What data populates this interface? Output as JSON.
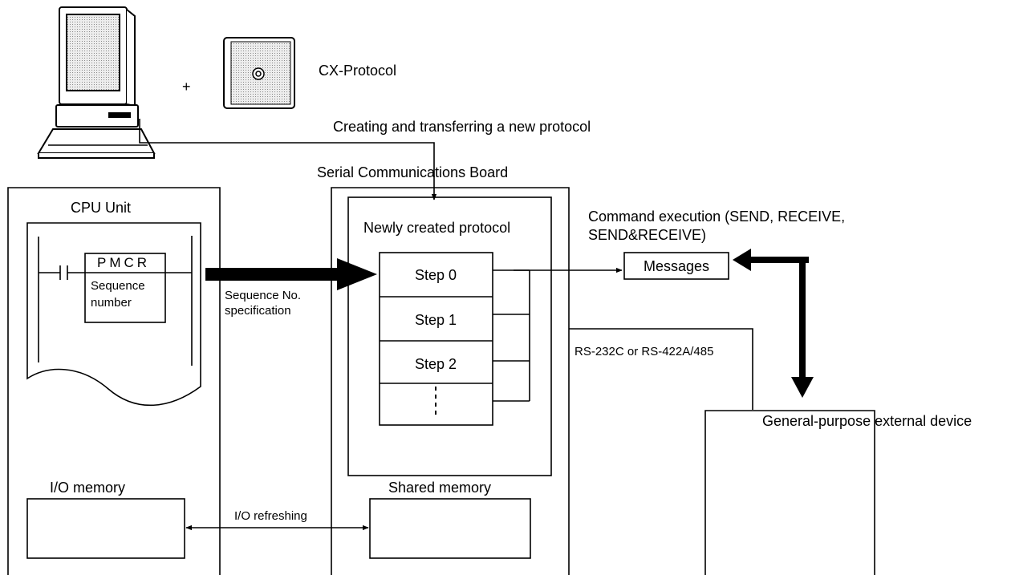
{
  "software": {
    "plus_sign": "+",
    "package_name": "CX-Protocol"
  },
  "transfer": {
    "label": "Creating and transferring a new protocol"
  },
  "cpu_unit": {
    "title": "CPU Unit",
    "instruction": "PMCR",
    "operand_line1": "Sequence",
    "operand_line2": "number",
    "io_memory_label": "I/O memory"
  },
  "sequence_arrow": {
    "line1": "Sequence No.",
    "line2": "specification"
  },
  "board": {
    "title": "Serial Communications Board",
    "protocol_title": "Newly created protocol",
    "steps": [
      "Step 0",
      "Step 1",
      "Step 2"
    ],
    "shared_memory_label": "Shared memory"
  },
  "refresh": {
    "label": "I/O refreshing"
  },
  "command": {
    "line1": "Command execution (SEND, RECEIVE,",
    "line2": "SEND&RECEIVE)"
  },
  "messages": {
    "label": "Messages"
  },
  "interface": {
    "label": "RS-232C or RS-422A/485"
  },
  "external_device": {
    "label": "General-purpose external device"
  }
}
